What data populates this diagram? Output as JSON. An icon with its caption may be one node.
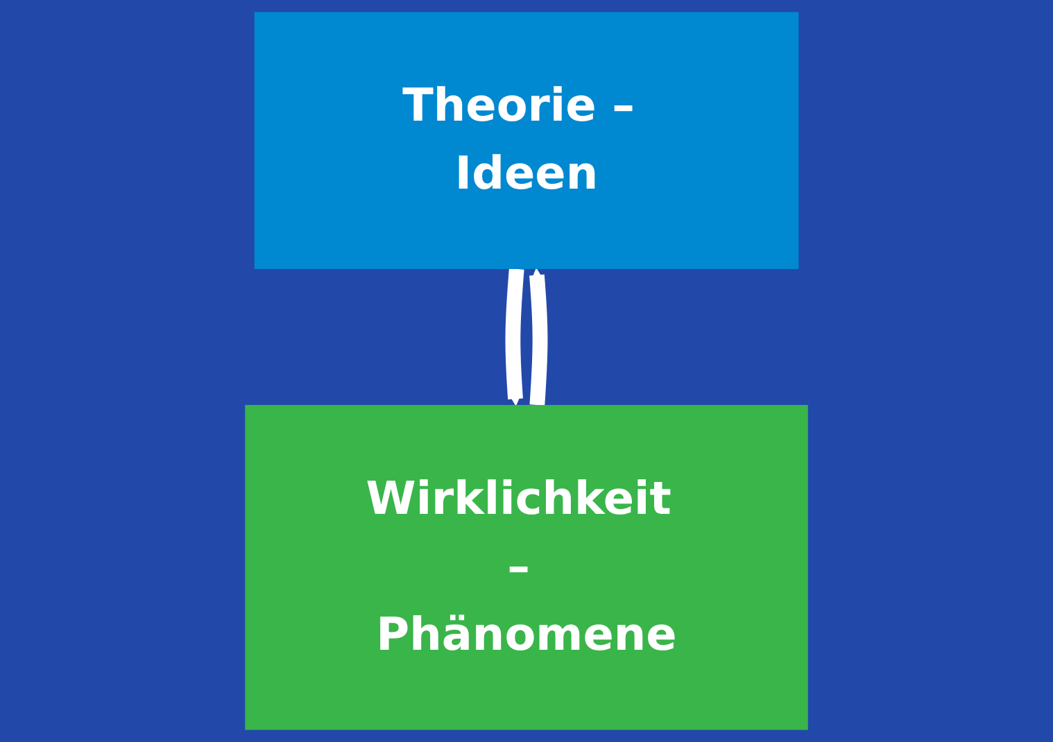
{
  "diagram": {
    "nodes": [
      {
        "text": [
          "Theorie – Ideen"
        ]
      },
      {
        "text": [
          "Wirklichkeit – Phänomene"
        ]
      }
    ],
    "edges": [
      {
        "from": 1,
        "to": 0,
        "arrow": "to"
      },
      {
        "from": 0,
        "to": 1,
        "arrow": "to"
      }
    ]
  }
}
